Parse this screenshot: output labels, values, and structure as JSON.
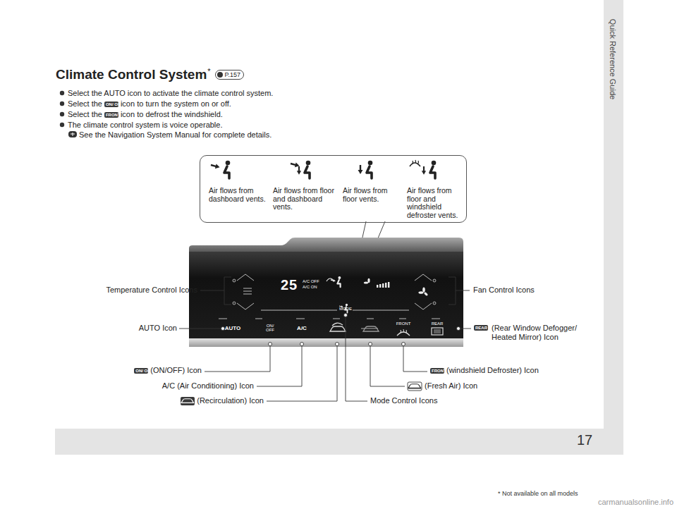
{
  "diagram": {
    "nodes": [
      {
        "text": [
          "Air flows from dashboard vents.",
          "Air flows from floor and dashboard vents.",
          "Air flows from floor vents.",
          "Air flows from floor and windshield defroster vents."
        ]
      }
    ],
    "labels": [
      "Quick Reference Guide",
      "Climate Control System",
      "*",
      "P.157",
      "Select the AUTO icon to activate the climate control system.",
      "Select the",
      "ON/ OFF",
      "icon to turn the system on or off.",
      "Select the",
      "FRONT",
      "icon to defrost the windshield.",
      "The climate control system is voice operable.",
      "See the Navigation System Manual for complete details.",
      "25",
      "A/C OFF",
      "A/C ON",
      "MODE",
      "AUTO",
      "ON/ OFF",
      "A/C",
      "FRONT",
      "REAR",
      "Temperature Control Icons",
      "Fan Control Icons",
      "AUTO Icon",
      "REAR",
      "(Rear Window Defogger/ Heated Mirror) Icon",
      "ON/ OFF",
      "(ON/OFF) Icon",
      "FRONT",
      "(windshield Defroster) Icon",
      "A/C (Air Conditioning) Icon",
      "(Fresh Air) Icon",
      "(Recirculation) Icon",
      "Mode Control Icons",
      "17",
      "* Not available on all models",
      "carmanualsonline.info"
    ]
  }
}
